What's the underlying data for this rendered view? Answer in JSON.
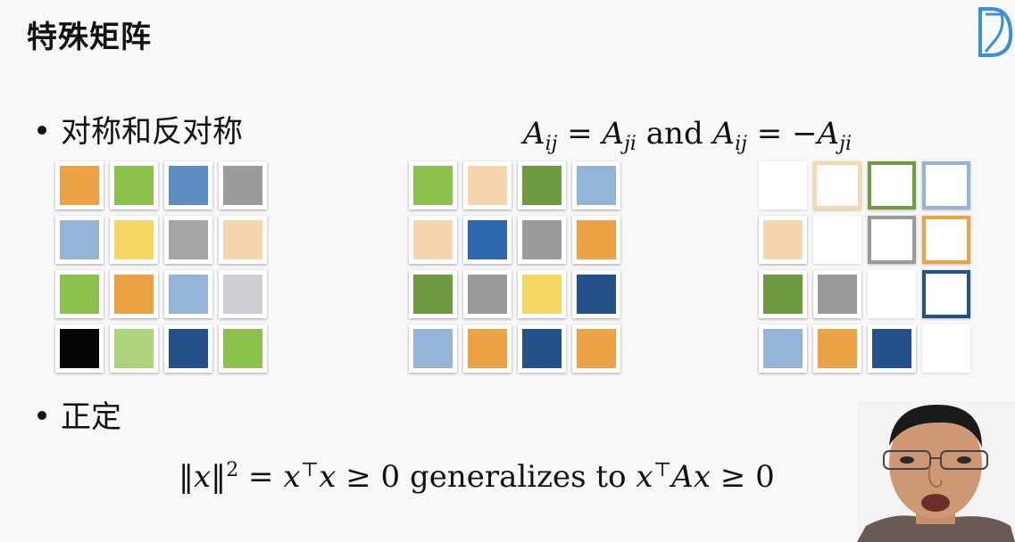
{
  "title": "特殊矩阵",
  "bullets": {
    "symmetric": "对称和反对称",
    "positive_definite": "正定"
  },
  "symmetry_formula": {
    "lhs_A": "A",
    "lhs_sub": "ij",
    "eq": "=",
    "rhs_A": "A",
    "rhs_sub": "ji",
    "and": "and",
    "lhs2_A": "A",
    "lhs2_sub": "ij",
    "eq2": "=",
    "rhs2": "−A",
    "rhs2_sub": "ji"
  },
  "pd_formula": {
    "norm": "‖x‖",
    "sq": "2",
    "eq": "=",
    "xt": "x",
    "t1": "⊤",
    "x": "x",
    "ge": "≥ 0",
    "text": "generalizes to",
    "xt2": "x",
    "t2": "⊤",
    "Ax": "Ax",
    "ge2": "≥ 0"
  },
  "matrices": [
    {
      "name": "general-matrix",
      "cells": [
        [
          "#eba345",
          "#8dc14d",
          "#5c8cc0",
          "#9b9b9b"
        ],
        [
          "#95b5d8",
          "#f4d765",
          "#a6a6a6",
          "#f6d6ac"
        ],
        [
          "#8dc14d",
          "#eba345",
          "#95b5d8",
          "#cfcfd3"
        ],
        [
          "#050505",
          "#acd47d",
          "#25518a",
          "#8dc14d"
        ]
      ],
      "outline": [
        [
          false,
          false,
          false,
          false
        ],
        [
          false,
          false,
          false,
          false
        ],
        [
          false,
          false,
          false,
          false
        ],
        [
          false,
          false,
          false,
          false
        ]
      ]
    },
    {
      "name": "symmetric-matrix",
      "cells": [
        [
          "#8dc14d",
          "#f6d6ac",
          "#6f9a3f",
          "#95b5d8"
        ],
        [
          "#f6d6ac",
          "#2e67ad",
          "#9b9b9b",
          "#eba345"
        ],
        [
          "#6f9a3f",
          "#9b9b9b",
          "#f4d765",
          "#25518a"
        ],
        [
          "#95b5d8",
          "#eba345",
          "#25518a",
          "#eba345"
        ]
      ],
      "outline": [
        [
          false,
          false,
          false,
          false
        ],
        [
          false,
          false,
          false,
          false
        ],
        [
          false,
          false,
          false,
          false
        ],
        [
          false,
          false,
          false,
          false
        ]
      ]
    },
    {
      "name": "antisymmetric-matrix",
      "cells": [
        [
          "",
          "#f6d6ac",
          "#6f9a3f",
          "#95b5d8"
        ],
        [
          "#f6d6ac",
          "",
          "#9b9b9b",
          "#eba345"
        ],
        [
          "#6f9a3f",
          "#9b9b9b",
          "",
          "#25518a"
        ],
        [
          "#95b5d8",
          "#eba345",
          "#25518a",
          ""
        ]
      ],
      "outline": [
        [
          false,
          true,
          true,
          true
        ],
        [
          false,
          false,
          true,
          true
        ],
        [
          false,
          false,
          false,
          true
        ],
        [
          false,
          false,
          false,
          false
        ]
      ]
    }
  ]
}
